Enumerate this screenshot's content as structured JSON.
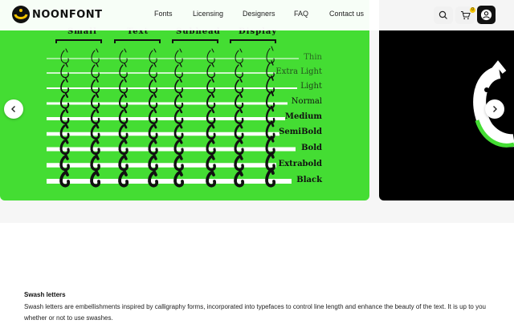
{
  "header": {
    "logo_text": "NOONFONT",
    "nav": [
      {
        "label": "Fonts"
      },
      {
        "label": "Licensing"
      },
      {
        "label": "Designers"
      },
      {
        "label": "FAQ"
      },
      {
        "label": "Contact us"
      }
    ],
    "cart_count": "0",
    "icons": [
      "search-icon",
      "cart-icon",
      "user-icon"
    ]
  },
  "slide": {
    "columns": [
      "Small",
      "Text",
      "Subhead",
      "Display"
    ],
    "weights": [
      "Thin",
      "Extra Light",
      "Light",
      "Normal",
      "Medium",
      "SemiBold",
      "Bold",
      "Extrabold",
      "Black"
    ]
  },
  "section": {
    "title": "Swash letters",
    "body": "Swash letters are embellishments inspired by calligraphy forms, incorporated into typefaces to control line length and enhance the beauty of the text. It is up to you whether or not to use swashes."
  },
  "colors": {
    "slide_green": "#44dd33",
    "slide_black": "#000000",
    "badge": "#f5c400"
  }
}
